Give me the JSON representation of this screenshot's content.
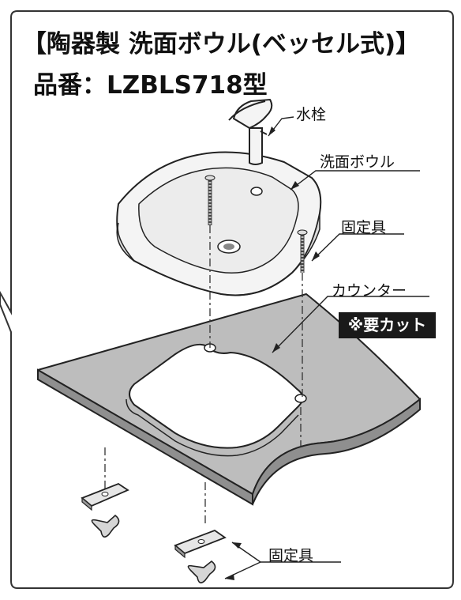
{
  "title": {
    "line1": "【陶器製 洗面ボウル(ベッセル式)】",
    "line2": "品番：LZBLS718型"
  },
  "labels": {
    "faucet": "水栓",
    "bowl": "洗面ボウル",
    "fixing_upper": "固定具",
    "counter": "カウンター",
    "cut_required": "※要カット",
    "fixing_lower": "固定具"
  }
}
